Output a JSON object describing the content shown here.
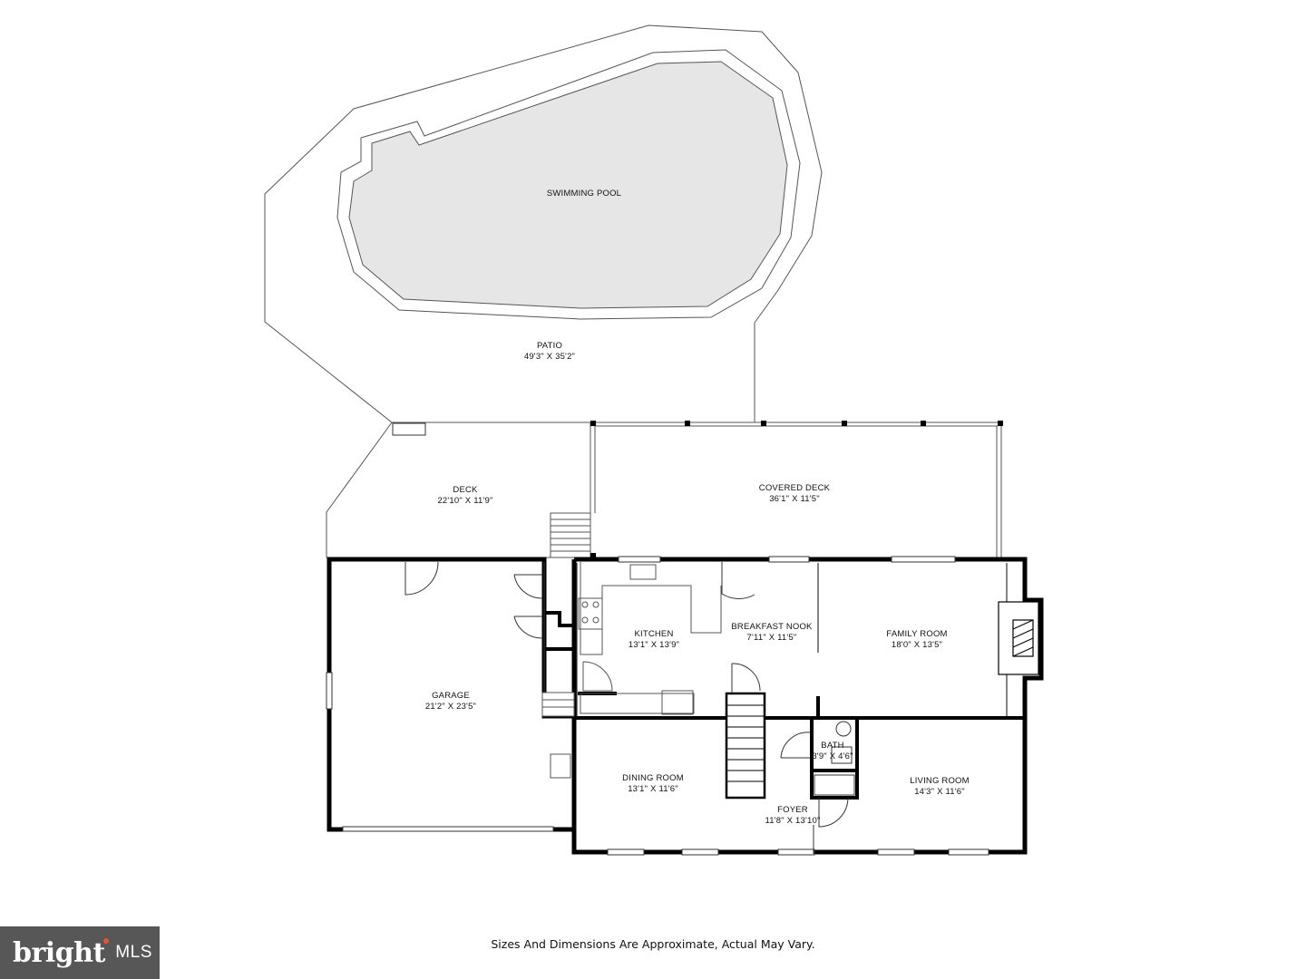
{
  "outdoor": {
    "pool": {
      "name": "SWIMMING POOL"
    },
    "patio": {
      "name": "PATIO",
      "size": "49'3\" X 35'2\""
    },
    "deck": {
      "name": "DECK",
      "size": "22'10\" X 11'9\""
    },
    "covered_deck": {
      "name": "COVERED DECK",
      "size": "36'1\" X 11'5\""
    }
  },
  "rooms": {
    "garage": {
      "name": "GARAGE",
      "size": "21'2\" X 23'5\""
    },
    "kitchen": {
      "name": "KITCHEN",
      "size": "13'1\" X 13'9\""
    },
    "breakfast_nook": {
      "name": "BREAKFAST NOOK",
      "size": "7'11\" X 11'5\""
    },
    "family_room": {
      "name": "FAMILY ROOM",
      "size": "18'0\" X 13'5\""
    },
    "bath": {
      "name": "BATH",
      "size": "3'9\" X 4'6\""
    },
    "dining_room": {
      "name": "DINING ROOM",
      "size": "13'1\" X 11'6\""
    },
    "living_room": {
      "name": "LIVING ROOM",
      "size": "14'3\" X 11'6\""
    },
    "foyer": {
      "name": "FOYER",
      "size": "11'8\" X 13'10\""
    }
  },
  "footer": {
    "disclaimer": "Sizes And Dimensions Are Approximate, Actual May Vary.",
    "logo_brand": "bright",
    "logo_mls": "MLS"
  },
  "colors": {
    "wall": "#000000",
    "pool_fill": "#e6e6e6",
    "line": "#555555",
    "logo_bg": "#575757"
  }
}
